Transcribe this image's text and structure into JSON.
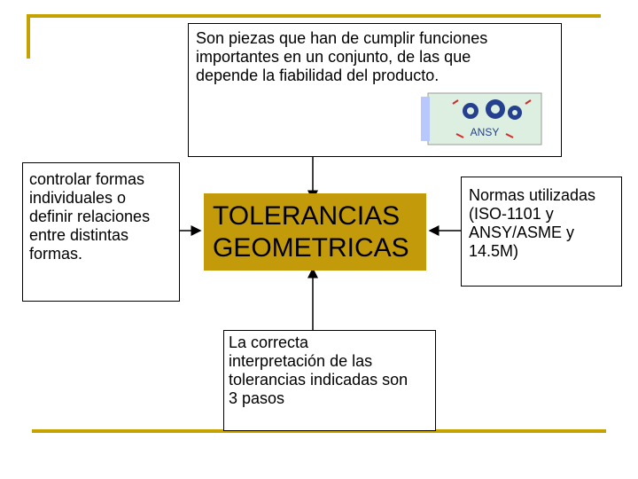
{
  "colors": {
    "frame": "#c6a200",
    "center_fill": "#c39a0a",
    "border": "#000000"
  },
  "diagram": {
    "top_text": "Son piezas que han de cumplir funciones\nimportantes en un conjunto, de las que\ndepende la fiabilidad del producto.",
    "left_text": "controlar formas\nindividuales o\ndefinir relaciones\nentre distintas\nformas.",
    "center_title": "TOLERANCIAS\nGEOMETRICAS",
    "right_text": "Normas utilizadas\n(ISO-1101 y\nANSY/ASME y\n14.5M)",
    "bottom_text": "La correcta\ninterpretación de las\ntolerancias indicadas son\n3 pasos"
  },
  "emblem": {
    "icon": "gears-emblem-icon",
    "label": "ANSY"
  }
}
